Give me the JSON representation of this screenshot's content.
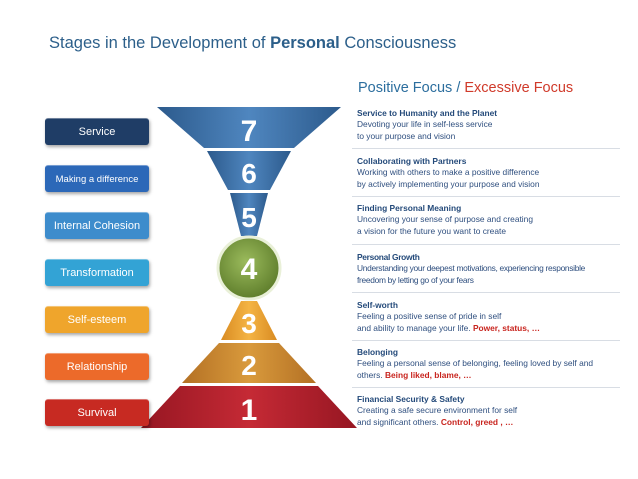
{
  "title": {
    "prefix": "Stages in the Development of ",
    "bold": "Personal",
    "suffix": " Consciousness"
  },
  "focus_header": {
    "positive": "Positive Focus",
    "separator": " / ",
    "excessive": "Excessive Focus"
  },
  "colors": {
    "upper_cone": "#3a6a9c",
    "center_circle": "#7b9a3f",
    "lower_pyramid_top": "#e5a12e",
    "lower_pyramid_mid": "#c87f2a",
    "lower_pyramid_base": "#b31b27",
    "excessive_text": "#d03a2a"
  },
  "stages": [
    {
      "number": "7",
      "label": "Service",
      "color": "#1f3d66",
      "heading": "Service to Humanity and the Planet",
      "lines": [
        "Devoting your life in self-less service",
        "to your purpose and vision"
      ],
      "negative": ""
    },
    {
      "number": "6",
      "label": "Making a difference",
      "color": "#2c68b8",
      "heading": "Collaborating with Partners",
      "lines": [
        "Working with others to make a positive difference",
        "by actively implementing your purpose and vision"
      ],
      "negative": ""
    },
    {
      "number": "5",
      "label": "Internal Cohesion",
      "color": "#3d8ccc",
      "heading": "Finding Personal Meaning",
      "lines": [
        "Uncovering your sense of purpose and creating",
        "a vision for the future you want to create"
      ],
      "negative": ""
    },
    {
      "number": "4",
      "label": "Transformation",
      "color": "#33a3d5",
      "heading": "Personal Growth",
      "lines": [
        "Understanding your deepest motivations, experiencing responsible",
        "freedom by letting go of your fears"
      ],
      "negative": ""
    },
    {
      "number": "3",
      "label": "Self-esteem",
      "color": "#efa52c",
      "heading": "Self-worth",
      "lines": [
        "Feeling a positive sense of pride in self",
        "and ability to manage your life."
      ],
      "negative": "Power, status, …"
    },
    {
      "number": "2",
      "label": "Relationship",
      "color": "#ec6a2a",
      "heading": "Belonging",
      "lines": [
        "Feeling a personal sense of belonging, feeling loved by self and",
        "others."
      ],
      "negative": "Being liked, blame, …"
    },
    {
      "number": "1",
      "label": "Survival",
      "color": "#c72a22",
      "heading": "Financial Security & Safety",
      "lines": [
        "Creating a safe secure environment for self",
        "and significant others."
      ],
      "negative": "Control, greed , …"
    }
  ]
}
